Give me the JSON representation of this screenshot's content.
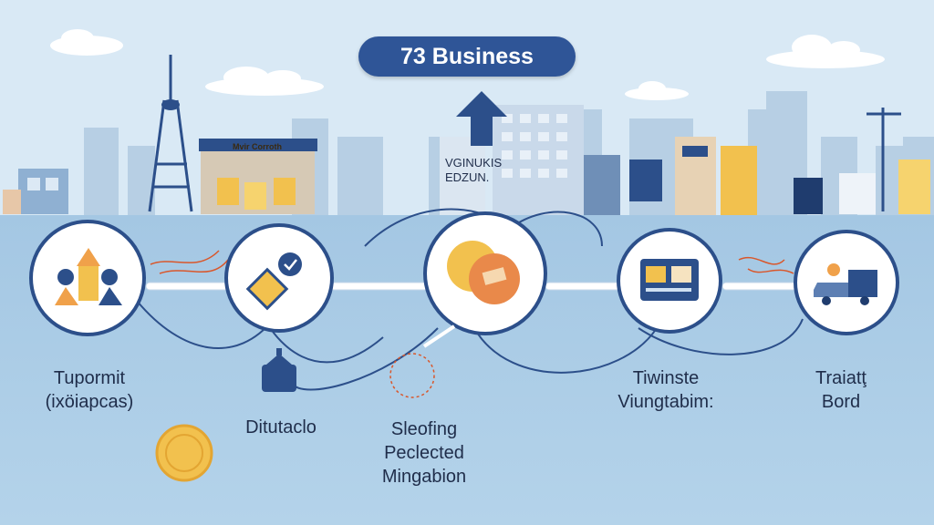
{
  "title": "73 Business",
  "building_sign": "Mvir Corroth",
  "tower_text": {
    "line1": "VGINUKIS",
    "line2": "EDZUN."
  },
  "steps": [
    {
      "label_line1": "Tupormit",
      "label_line2": "(ixöiapcas)",
      "icon": "team-growth-icon"
    },
    {
      "label_line1": "Ditutaclo",
      "label_line2": "",
      "icon": "diamond-check-icon"
    },
    {
      "label_line1": "Sleofing",
      "label_line2": "Peclected",
      "label_line3": "Mingabion",
      "icon": "coins-icon"
    },
    {
      "label_line1": "Tiwinste",
      "label_line2": "Viungtabim:",
      "icon": "id-card-icon"
    },
    {
      "label_line1": "Traiatţ",
      "label_line2": "Bord",
      "icon": "delivery-truck-icon"
    }
  ],
  "colors": {
    "accent": "#2f5597",
    "circle_border": "#2c4f8a",
    "coin": "#f2c14e",
    "sky": "#d9e9f5",
    "ground": "#a9cbe6"
  }
}
